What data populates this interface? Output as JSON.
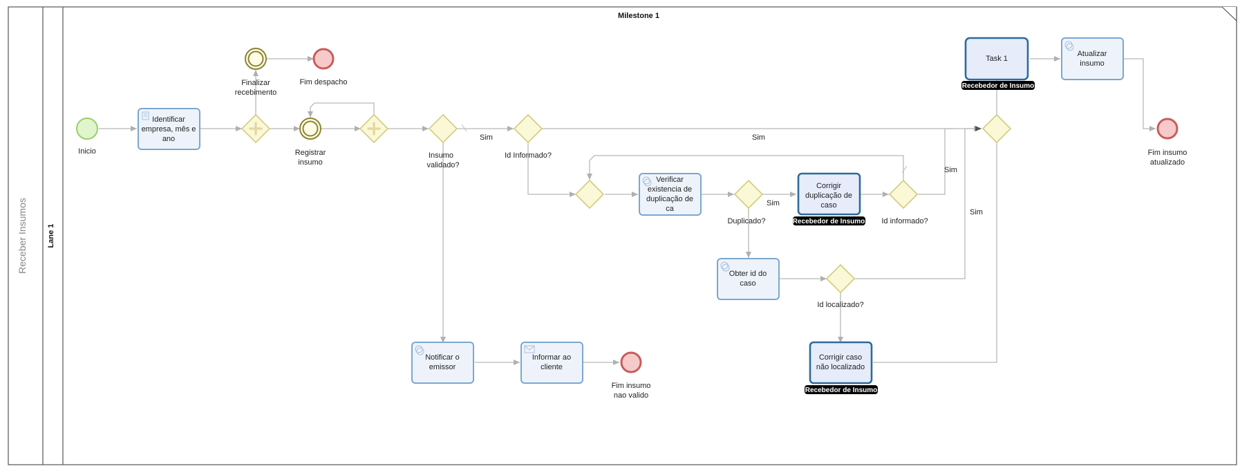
{
  "pool": {
    "name": "Receber Insumos"
  },
  "lane": {
    "name": "Lane 1"
  },
  "milestone": {
    "name": "Milestone 1"
  },
  "role_label": "Recebedor de Insumo",
  "events": {
    "start": "Inicio",
    "finalizar": [
      "Finalizar",
      "recebimento"
    ],
    "fim_despacho": "Fim despacho",
    "registrar": [
      "Registrar",
      "insumo"
    ],
    "fim_nao_valido": [
      "Fim insumo",
      "nao valido"
    ],
    "fim_atualizado": [
      "Fim insumo",
      "atualizado"
    ]
  },
  "tasks": {
    "identificar": [
      "Identificar",
      "empresa, mês e",
      "ano"
    ],
    "verificar": [
      "Verificar",
      "existencia de",
      "duplicação de",
      "ca"
    ],
    "corrigir_dup": [
      "Corrigir",
      "duplicação de",
      "caso"
    ],
    "obter": [
      "Obter id do",
      "caso"
    ],
    "notificar": [
      "Notificar o",
      "emissor"
    ],
    "informar": [
      "Informar ao",
      "cliente"
    ],
    "corrigir_nao": [
      "Corrigir caso",
      "não localizado"
    ],
    "task1": [
      "Task 1"
    ],
    "atualizar": [
      "Atualizar",
      "insumo"
    ]
  },
  "gateways": {
    "insumo_validado": [
      "Insumo",
      "validado?"
    ],
    "id_informado": "Id Informado?",
    "duplicado": "Duplicado?",
    "id_informado2": "Id informado?",
    "id_localizado": "Id localizado?"
  },
  "flow_labels": {
    "sim": "Sim"
  },
  "colors": {
    "task_border": "#7aa7cf",
    "task_strong_border": "#2d6a9c",
    "gateway_fill": "#fbf8d8",
    "start_fill": "#dff5cc",
    "end_fill": "#f6caca",
    "flow": "#b8b8b8"
  }
}
